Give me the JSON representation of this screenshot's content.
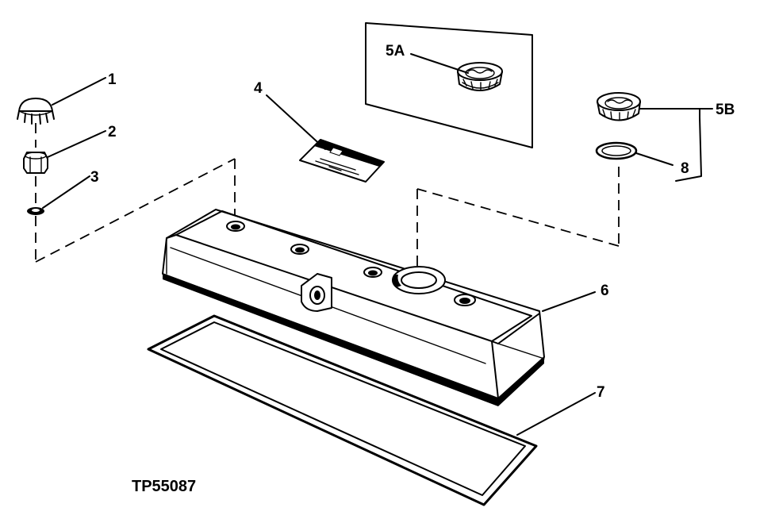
{
  "figure_id": "TP55087",
  "callouts": {
    "c1": "1",
    "c2": "2",
    "c3": "3",
    "c4": "4",
    "c5a": "5A",
    "c5b": "5B",
    "c6": "6",
    "c7": "7",
    "c8": "8"
  }
}
